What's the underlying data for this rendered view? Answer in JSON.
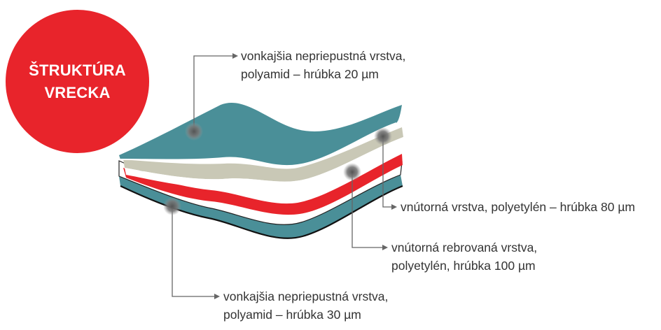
{
  "badge": {
    "line1": "ŠTRUKTÚRA",
    "line2": "VRECKA",
    "color": "#e8242b"
  },
  "colors": {
    "teal": "#4a8f98",
    "teal_dark": "#3a7780",
    "red": "#e8242b",
    "beige": "#c9c8b6",
    "line": "#666666",
    "text": "#333333"
  },
  "layers": [
    {
      "line1": "vonkajšia  nepriepustná  vrstva,",
      "line2": "polyamid – hrúbka 20 µm"
    },
    {
      "line1": "vnútorná vrstva, polyetylén – hrúbka 80 µm"
    },
    {
      "line1": "vnútorná  rebrovaná  vrstva,",
      "line2": "polyetylén, hrúbka 100 µm"
    },
    {
      "line1": "vonkajšia nepriepustná vrstva,",
      "line2": "polyamid – hrúbka 30 µm"
    }
  ]
}
